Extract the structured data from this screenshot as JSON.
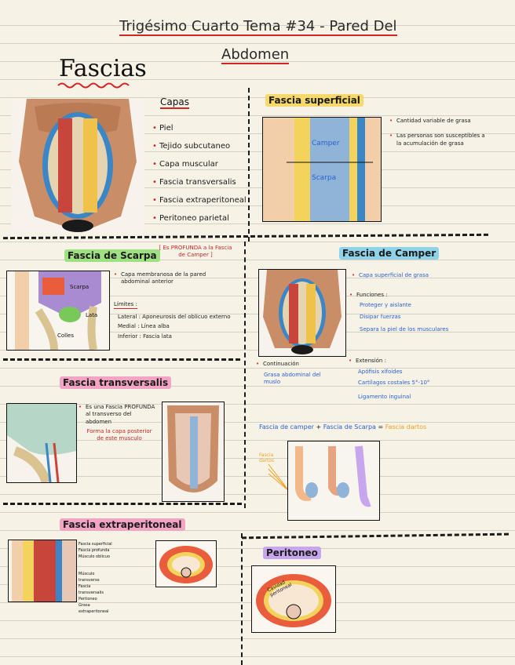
{
  "title_line1": "Trigésimo Cuarto Tema #34 - Pared Del",
  "title_line2": "Abdomen",
  "fascias": "Fascias",
  "capas": {
    "heading": "Capas",
    "items": [
      "Piel",
      "Tejido subcutaneo",
      "Capa muscular",
      "Fascia transversalis",
      "Fascia extraperitoneal",
      "Peritoneo parietal"
    ]
  },
  "superficial": {
    "heading": "Fascia superficial",
    "notes": [
      "Cantidad variable de grasa",
      "Las personas son susceptibles a la acumulación de grasa"
    ],
    "fig_labels": [
      "Camper",
      "Scarpa"
    ]
  },
  "scarpa": {
    "heading": "Fascia de Scarpa",
    "bracket": "[ Es PROFUNDA a la Fascia de Camper ]",
    "fig_labels": [
      "Scarpa",
      "Colles",
      "Lata"
    ],
    "desc": "Capa membranosa de la pared abdominal anterior",
    "limites_title": "Límites :",
    "limites": [
      "Lateral : Aponeurosis del oblicuo externo",
      "Medial : Línea alba",
      "Inferior : Fascia lata"
    ]
  },
  "camper": {
    "heading": "Fascia de Camper",
    "notes": [
      "Capa superficial de grasa"
    ],
    "funciones_title": "Funciones :",
    "funciones": [
      "Proteger y aislante",
      "Disipar fuerzas",
      "Separa la piel de los musculares"
    ],
    "continuacion_title": "Continuación",
    "continuacion": "Grasa abdominal del muslo",
    "extension_title": "Extensión :",
    "extension": [
      "Apófisis xifoides",
      "Cartílagos costales 5°-10°",
      "Ligamento inguinal"
    ]
  },
  "transversalis": {
    "heading": "Fascia transversalis",
    "note1": "Es una Fascia PROFUNDA al transverso del abdomen",
    "note2": "Forma la capa posterior de este musculo"
  },
  "combo": {
    "part1": "Fascia de camper",
    "plus": "+",
    "part2": "Fascia de Scarpa",
    "eq": "=",
    "result": "Fascia dartos",
    "side_label": "Fascia dartos"
  },
  "extraperitoneal": {
    "heading": "Fascia extraperitoneal",
    "fig_labels": [
      "Fascia superficial",
      "Fascia profunda",
      "Músculo oblicuo",
      "Músculo transverso",
      "Fascia transversalis",
      "Peritoneo",
      "Grasa extraperitoneal"
    ]
  },
  "peritoneo": {
    "heading": "Peritoneo",
    "fig_label": "Cavidad peritoneal"
  },
  "colors": {
    "accent_red": "#d42424",
    "note_blue": "#2a5fd0",
    "orange": "#f0a21f"
  }
}
